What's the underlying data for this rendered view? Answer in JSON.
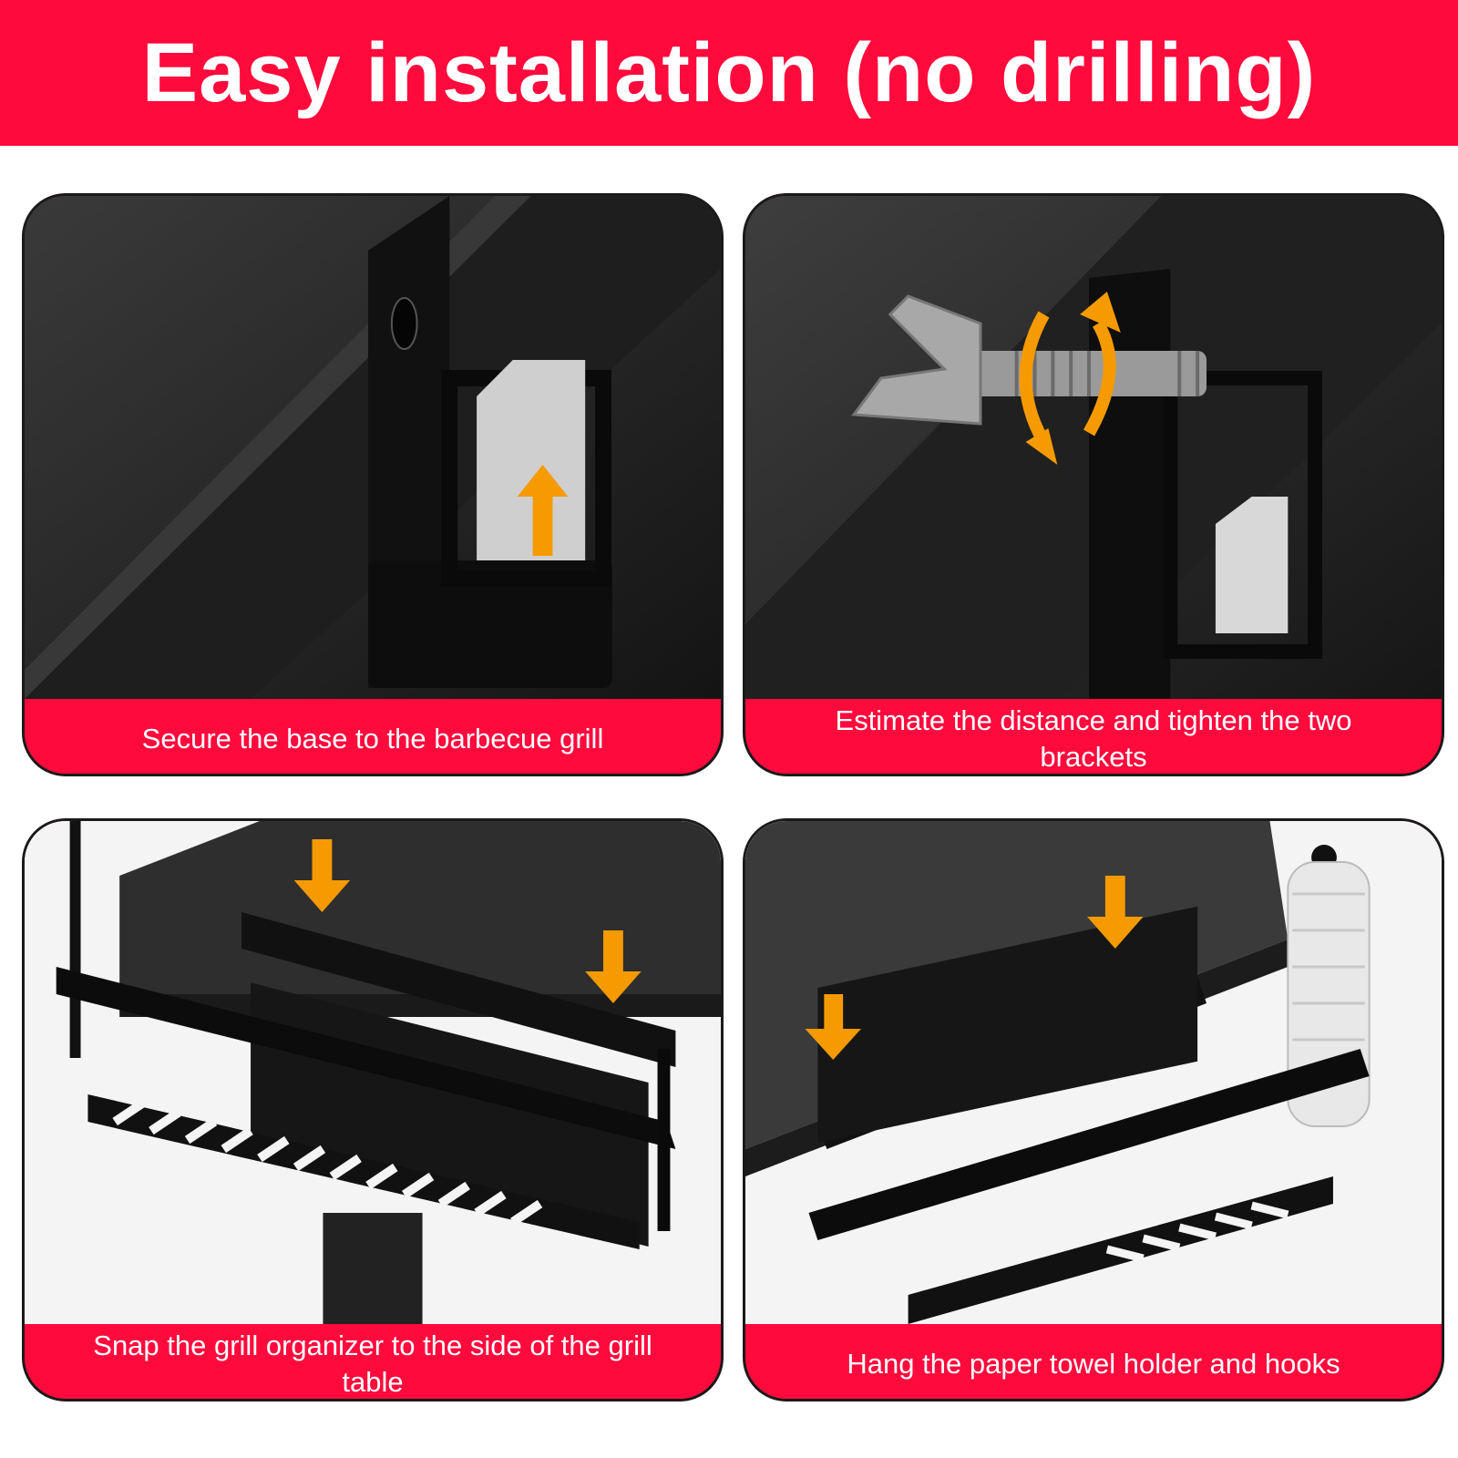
{
  "banner": {
    "title": "Easy installation (no drilling)"
  },
  "colors": {
    "accent": "#ff0a3c",
    "arrow": "#f59a00",
    "metal": "#111111"
  },
  "steps": [
    {
      "caption": "Secure the base to the barbecue grill"
    },
    {
      "caption": "Estimate the distance and tighten the two brackets"
    },
    {
      "caption": "Snap the grill organizer to the side of the grill table"
    },
    {
      "caption": "Hang the paper towel holder and hooks"
    }
  ]
}
